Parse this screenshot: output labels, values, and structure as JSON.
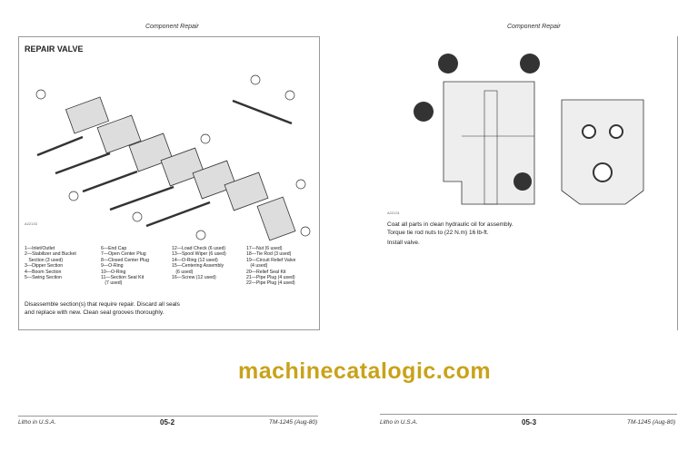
{
  "left_page": {
    "header": "Component Repair",
    "title": "REPAIR VALVE",
    "figure_id": "A22133",
    "legend": [
      [
        "1—Inlet/Outlet",
        "2—Stabilizer and Bucket",
        "   Section (3 used)",
        "3—Dipper Section",
        "4—Boom Section",
        "5—Swing Section"
      ],
      [
        "6—End Cap",
        "7—Open Center Plug",
        "8—Closed Center Plug",
        "9—O-Ring",
        "10—O-Ring",
        "11—Section Seal Kit",
        "   (7 used)"
      ],
      [
        "12—Load Check (6 used)",
        "13—Spool Wiper (6 used)",
        "14—O-Ring (12 used)",
        "15—Centering Assembly",
        "   (6 used)",
        "16—Screw (12 used)"
      ],
      [
        "17—Nut (6 used)",
        "18—Tie Rod (3 used)",
        "19—Circuit Relief Valve",
        "   (4 used)",
        "20—Relief Seal Kit",
        "21—Pipe Plug (4 used)",
        "22—Pipe Plug (4 used)"
      ]
    ],
    "instructions": [
      "Disassemble section(s) that require repair. Discard all seals",
      "and replace with new. Clean seal grooves thoroughly."
    ],
    "footer": {
      "left": "Litho in U.S.A.",
      "page": "05-2",
      "right": "TM-1245 (Aug-80)"
    }
  },
  "right_page": {
    "header": "Component Repair",
    "figure_id": "A22131",
    "instructions": [
      "Coat all parts in clean hydraulic oil for assembly.",
      "Torque tie rod nuts to (22 N.m) 16 lb-ft.",
      "Install valve."
    ],
    "footer": {
      "left": "Litho in U.S.A.",
      "page": "05-3",
      "right": "TM-1245 (Aug-80)"
    }
  },
  "watermark": "machinecatalogic.com",
  "colors": {
    "watermark": "#c9a21a"
  }
}
